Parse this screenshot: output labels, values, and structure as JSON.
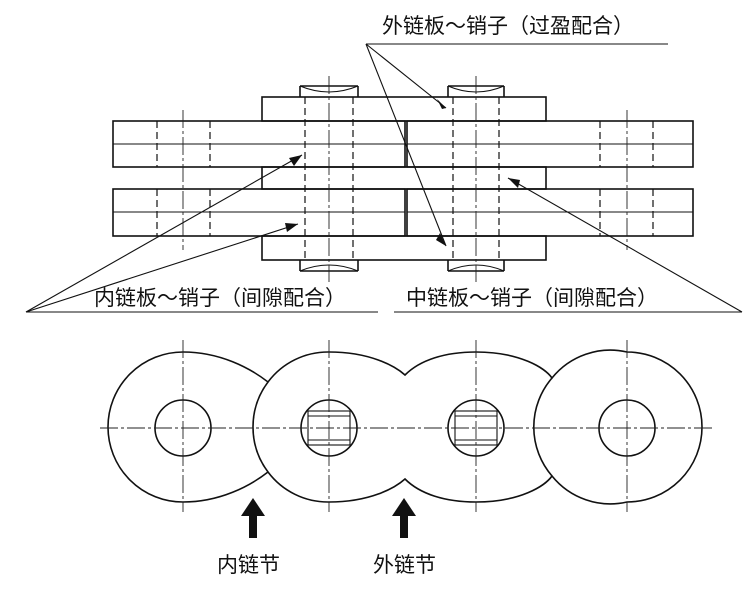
{
  "labels": {
    "outer_plate_pin": "外链板～销子（过盈配合）",
    "inner_plate_pin": "内链板～销子（间隙配合）",
    "middle_plate_pin": "中链板～销子（间隙配合）",
    "inner_link": "内链节",
    "outer_link": "外链节"
  }
}
